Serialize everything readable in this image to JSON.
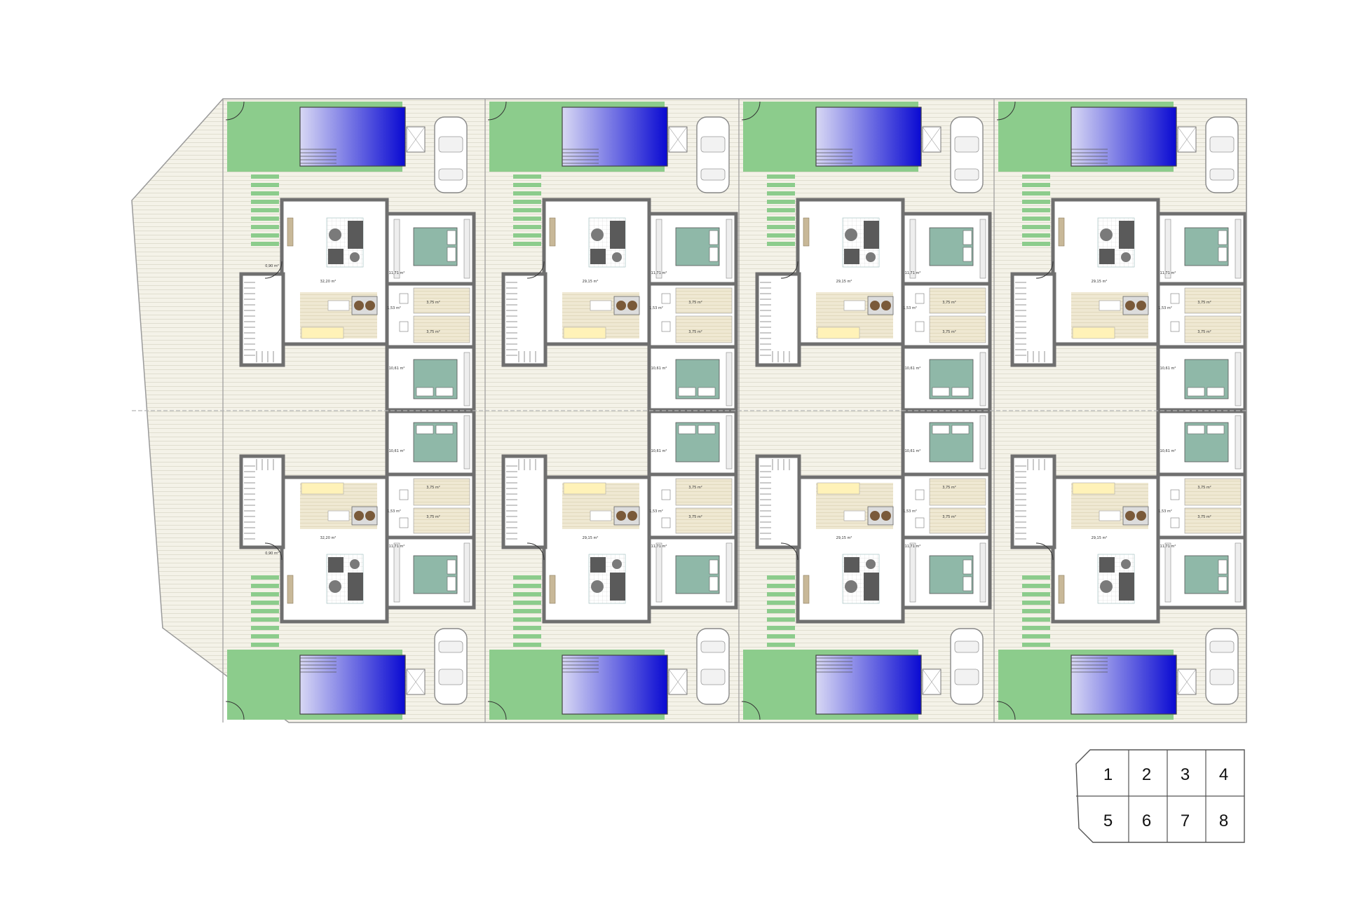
{
  "colors": {
    "paving": "#f4f2e8",
    "paving_line": "#d8d6c8",
    "grass": "#8ccc8c",
    "grass_tile": "#8ccc8c",
    "wall": "#6f6f6f",
    "floor": "#ffffff",
    "pool_light": "#c8c8f0",
    "pool_dark": "#0a0ad2",
    "bed": "#8fb8a8",
    "sofa": "#5a5a5a",
    "table": "#7a5a3a",
    "kitchen": "#fff2b8",
    "wood": "#efe8d2",
    "car": "#bdbdbd"
  },
  "icons": [
    "car-icon",
    "bed-icon",
    "sofa-icon",
    "dining-table-icon",
    "door-swing-icon",
    "stair-icon",
    "pool-icon"
  ],
  "units": [
    {
      "number": "1",
      "living_area": "32,20 m²",
      "bedroom_area": "11,71 m²",
      "hall_area": "1,53 m²",
      "bath1_area": "3,75 m²",
      "bath2_area": "3,75 m²",
      "bedroom2_area": "10,61 m²",
      "terrace_area": "0,90 m²"
    },
    {
      "number": "2",
      "living_area": "29,15 m²",
      "bedroom_area": "11,71 m²",
      "hall_area": "1,53 m²",
      "bath1_area": "3,75 m²",
      "bath2_area": "3,75 m²",
      "bedroom2_area": "10,61 m²"
    },
    {
      "number": "3",
      "living_area": "29,15 m²",
      "bedroom_area": "11,71 m²",
      "hall_area": "1,53 m²",
      "bath1_area": "3,75 m²",
      "bath2_area": "3,75 m²",
      "bedroom2_area": "10,61 m²"
    },
    {
      "number": "4",
      "living_area": "29,15 m²",
      "bedroom_area": "11,71 m²",
      "hall_area": "1,53 m²",
      "bath1_area": "3,75 m²",
      "bath2_area": "3,75 m²",
      "bedroom2_area": "10,61 m²"
    },
    {
      "number": "5",
      "living_area": "32,20 m²",
      "bedroom_area": "11,71 m²",
      "hall_area": "1,53 m²",
      "bath1_area": "3,75 m²",
      "bath2_area": "3,75 m²",
      "bedroom2_area": "10,61 m²",
      "terrace_area": "0,90 m²"
    },
    {
      "number": "6",
      "living_area": "29,15 m²",
      "bedroom_area": "11,71 m²",
      "hall_area": "1,53 m²",
      "bath1_area": "3,75 m²",
      "bath2_area": "3,75 m²",
      "bedroom2_area": "10,61 m²"
    },
    {
      "number": "7",
      "living_area": "29,15 m²",
      "bedroom_area": "11,71 m²",
      "hall_area": "1,53 m²",
      "bath1_area": "3,75 m²",
      "bath2_area": "3,75 m²",
      "bedroom2_area": "10,61 m²"
    },
    {
      "number": "8",
      "living_area": "29,15 m²",
      "bedroom_area": "11,71 m²",
      "hall_area": "1,53 m²",
      "bath1_area": "3,75 m²",
      "bath2_area": "3,75 m²",
      "bedroom2_area": "10,61 m²"
    }
  ],
  "key_plan": {
    "cells": [
      "1",
      "2",
      "3",
      "4",
      "5",
      "6",
      "7",
      "8"
    ]
  }
}
